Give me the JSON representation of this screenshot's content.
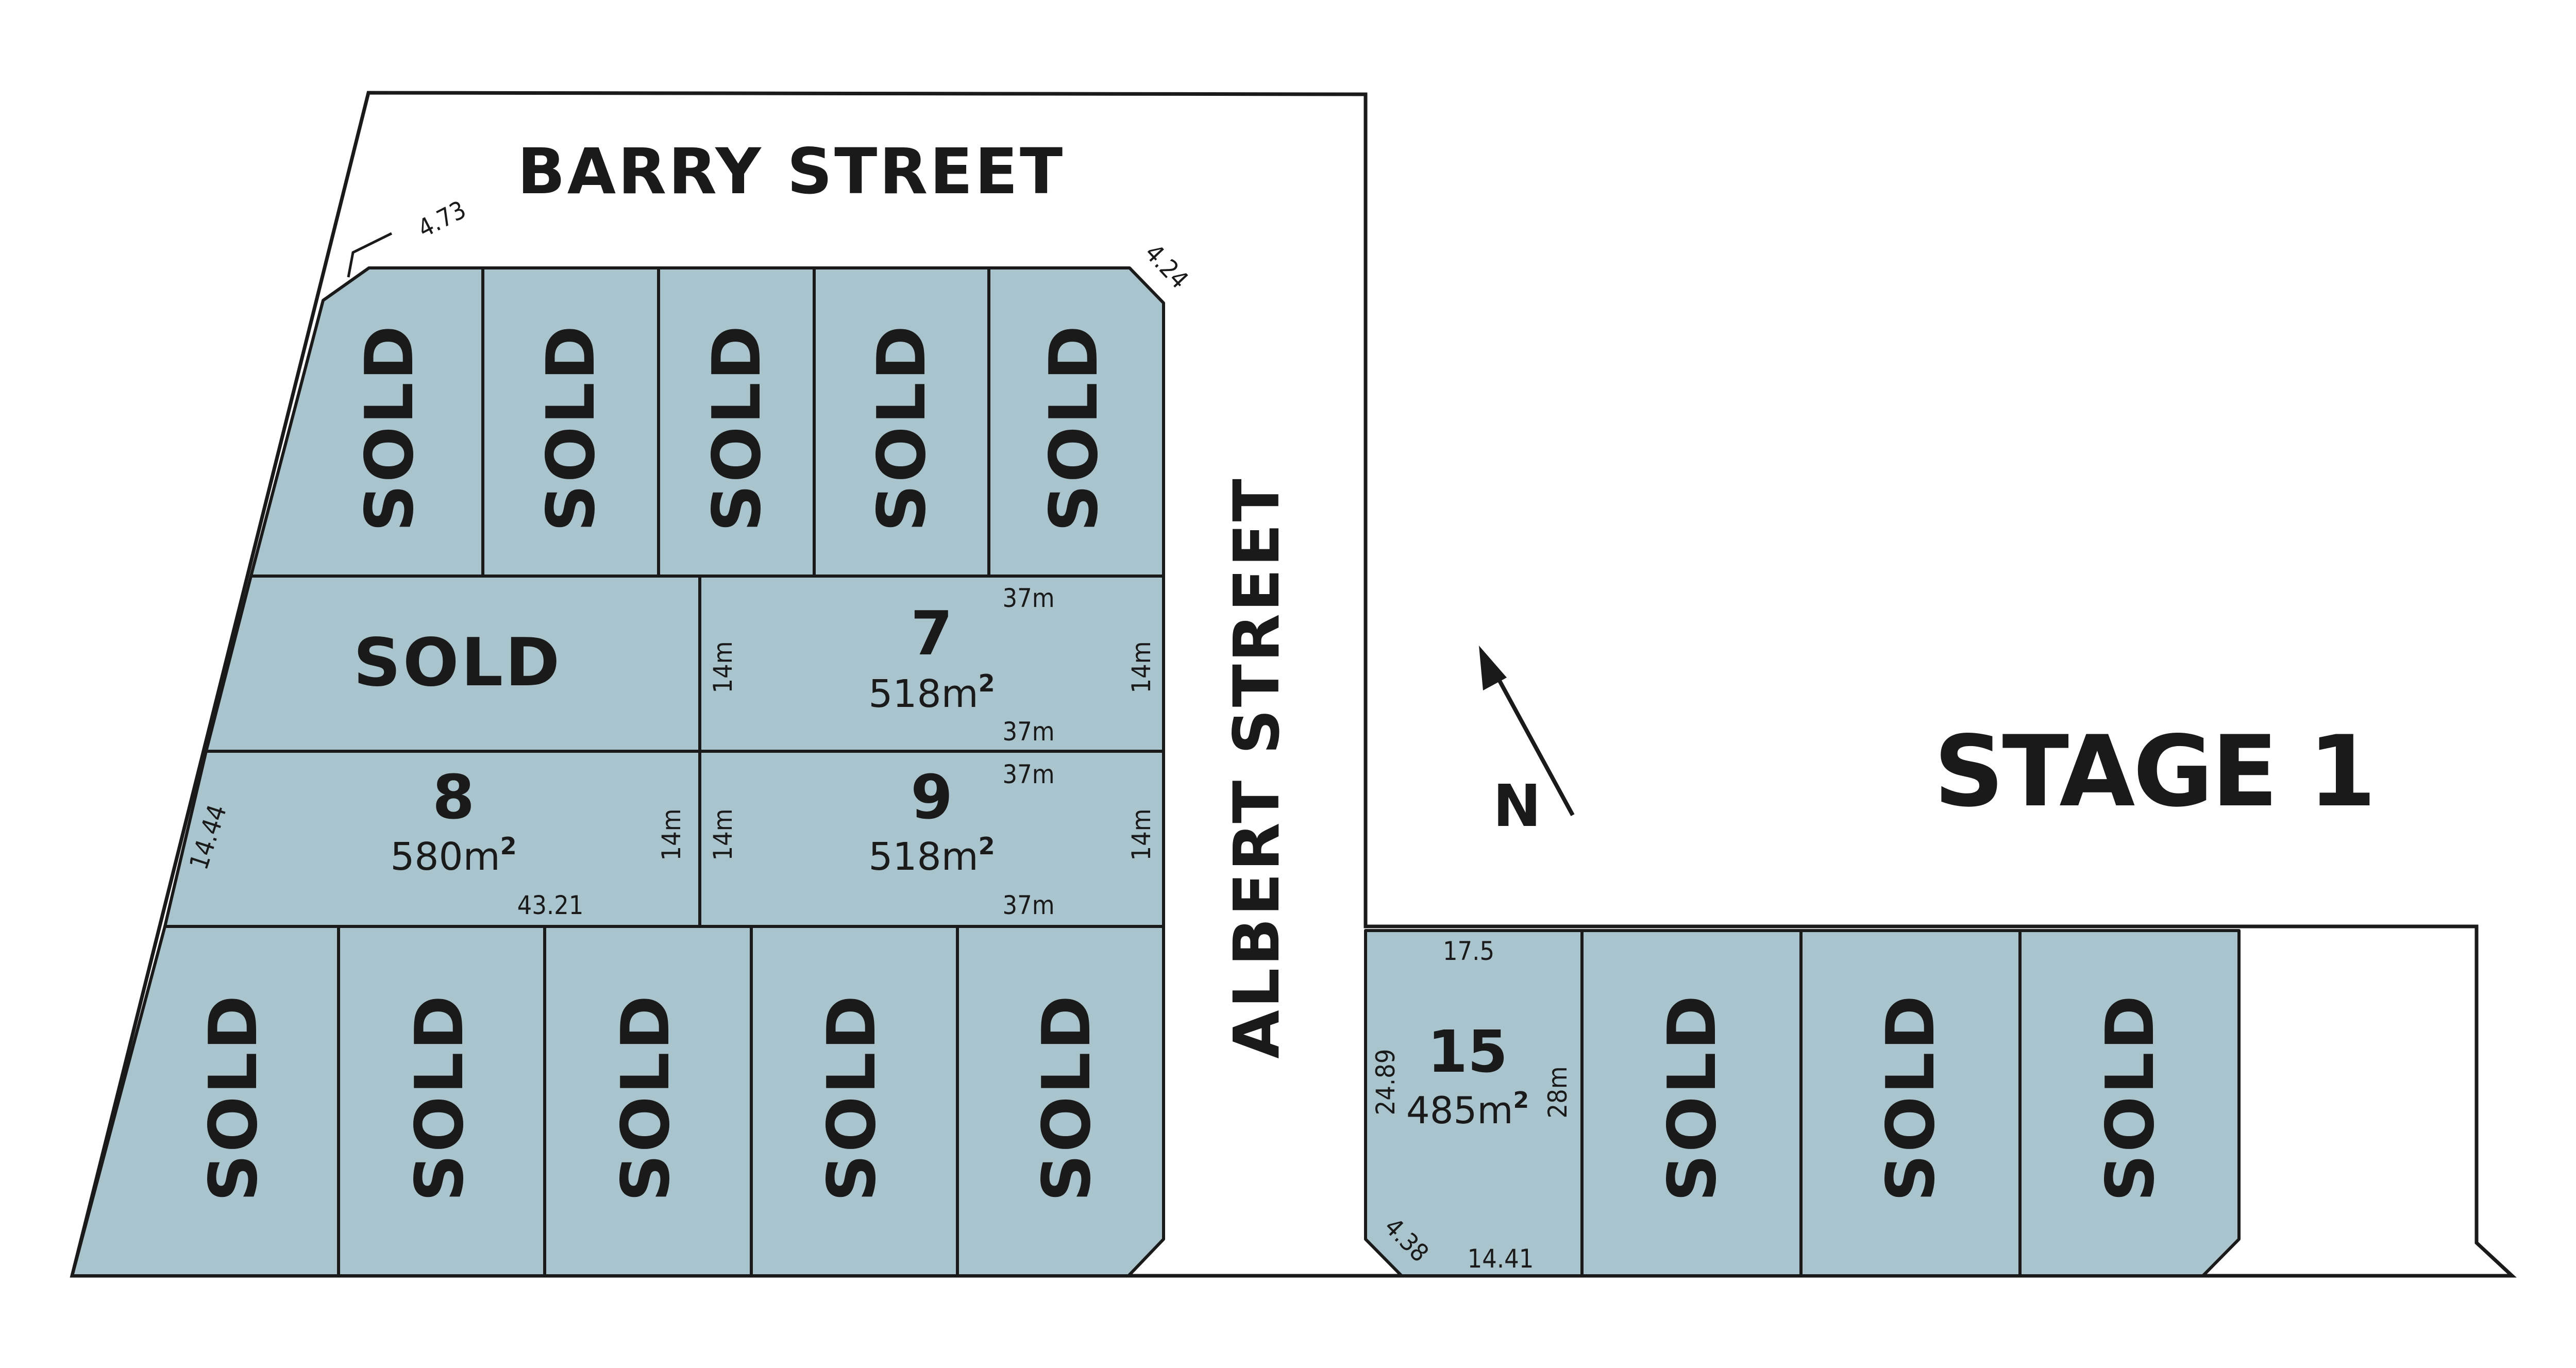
{
  "streets": {
    "barry": "BARRY STREET",
    "albert": "ALBERT STREET"
  },
  "stage": "STAGE 1",
  "north": "N",
  "sold_label": "SOLD",
  "lots": {
    "lot7": {
      "number": "7",
      "area": "518m",
      "dims": [
        "37m",
        "37m",
        "14m",
        "14m"
      ]
    },
    "lot8": {
      "number": "8",
      "area": "580m",
      "dims": [
        "14.44",
        "14m",
        "43.21"
      ]
    },
    "lot9": {
      "number": "9",
      "area": "518m",
      "dims": [
        "37m",
        "37m",
        "14m",
        "14m"
      ]
    },
    "lot15": {
      "number": "15",
      "area": "485m",
      "dims": [
        "17.5",
        "24.89",
        "28m",
        "4.38",
        "14.41"
      ]
    }
  },
  "corner_dims": {
    "top_left": "4.73",
    "top_right": "4.24"
  },
  "colors": {
    "lot_fill": "#a9c4cd",
    "line": "#1a1a1a",
    "background": "#ffffff"
  }
}
